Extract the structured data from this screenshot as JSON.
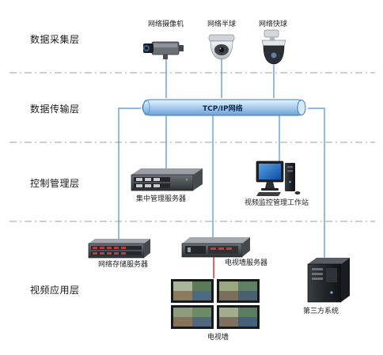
{
  "layers": {
    "acquisition": "数据采集层",
    "transmission": "数据传输层",
    "control": "控制管理层",
    "application": "视频应用层"
  },
  "bus": {
    "label": "TCP/IP网络"
  },
  "devices": {
    "camera": "网络摄像机",
    "dome": "网络半球",
    "speed_dome": "网络快球",
    "central_server": "集中管理服务器",
    "workstation": "视频监控管理工作站",
    "storage_server": "网络存储服务器",
    "tv_wall_server": "电视墙服务器",
    "third_party": "第三方系统",
    "tv_wall": "电视墙"
  },
  "colors": {
    "connector": "#4a8fd6",
    "video_link": "#e02020",
    "divider": "#9aa0a6",
    "bus_fill": "#bcd8f2"
  }
}
